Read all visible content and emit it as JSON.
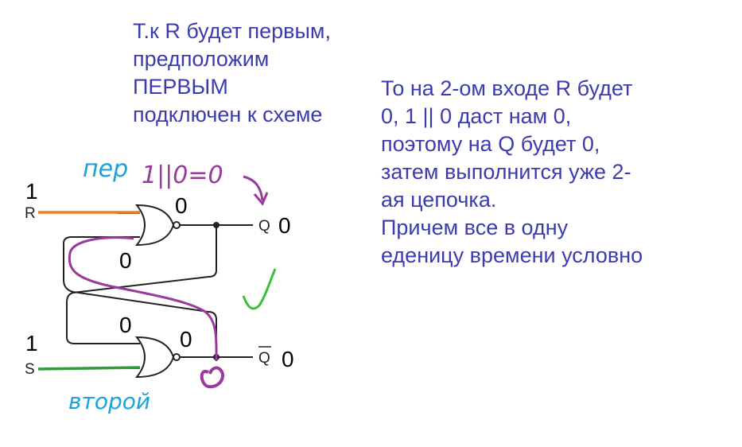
{
  "notes": {
    "left": [
      "Т.к R будет первым,",
      "предположим",
      "ПЕРВЫМ",
      "подключен к схеме"
    ],
    "right": [
      "То на 2-ом входе R будет",
      "0, 1 || 0 даст нам 0,",
      "поэтому на Q будет 0,",
      "затем выполнится уже 2-",
      "ая цепочка.",
      "Причем все в одну",
      "еденицу времени условно"
    ]
  },
  "circuit": {
    "r_value": "1",
    "r_label": "R",
    "s_value": "1",
    "s_label": "S",
    "gate1_output": "0",
    "gate1_input2": "0",
    "q_label": "Q",
    "q_value": "0",
    "gate2_input1": "0",
    "gate2_output": "0",
    "qbar_label": "Q",
    "qbar_value": "0"
  },
  "annotations": {
    "first_handwritten": "пер",
    "formula_handwritten": "1||0=0",
    "second_handwritten": "второй",
    "output_handwritten": "0"
  },
  "colors": {
    "text_blue": "#3b3bb0",
    "r_wire": "#f07a1e",
    "s_wire": "#2e9c3a",
    "path_purple": "#9a3a9c",
    "hand_cyan": "#1aa3d9",
    "check_green": "#3cbd3c"
  }
}
